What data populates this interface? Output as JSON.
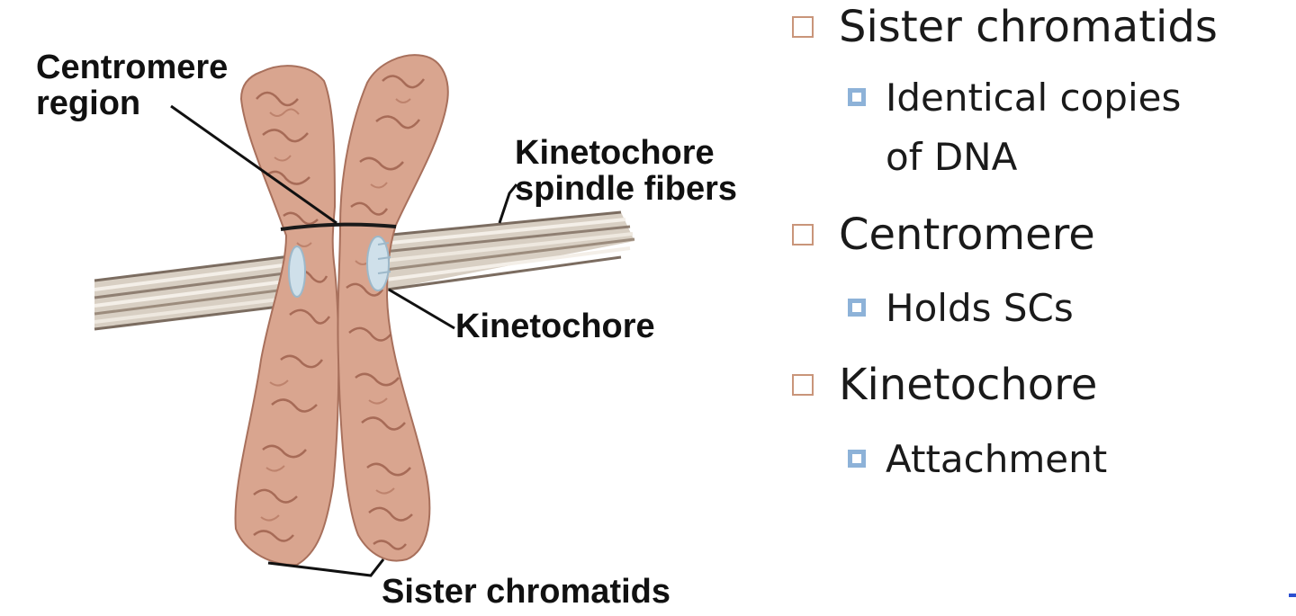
{
  "figure": {
    "labels": {
      "centromere_region_line1": "Centromere",
      "centromere_region_line2": "region",
      "kinetochore_spindle_line1": "Kinetochore",
      "kinetochore_spindle_line2": "spindle fibers",
      "kinetochore": "Kinetochore",
      "sister_chromatids": "Sister chromatids"
    },
    "colors": {
      "chromatid_fill": "#d9a58f",
      "chromatid_texture": "#9a5d49",
      "kinetochore": "#cfe0ea",
      "fiber_light": "#eee8df",
      "fiber_dark": "#8f7f72"
    },
    "icons": [
      "chromosome-illustration",
      "spindle-fiber-bundle",
      "kinetochore-disc"
    ]
  },
  "bullets": [
    {
      "text": "Sister chromatids",
      "sub": [
        "Identical copies",
        "of DNA"
      ]
    },
    {
      "text": "Centromere",
      "sub": [
        "Holds SCs"
      ]
    },
    {
      "text": "Kinetochore",
      "sub": [
        "Attachment"
      ]
    }
  ],
  "bullet_colors": {
    "level1_box": "#c9957a",
    "level2_box": "#8db2d8"
  }
}
